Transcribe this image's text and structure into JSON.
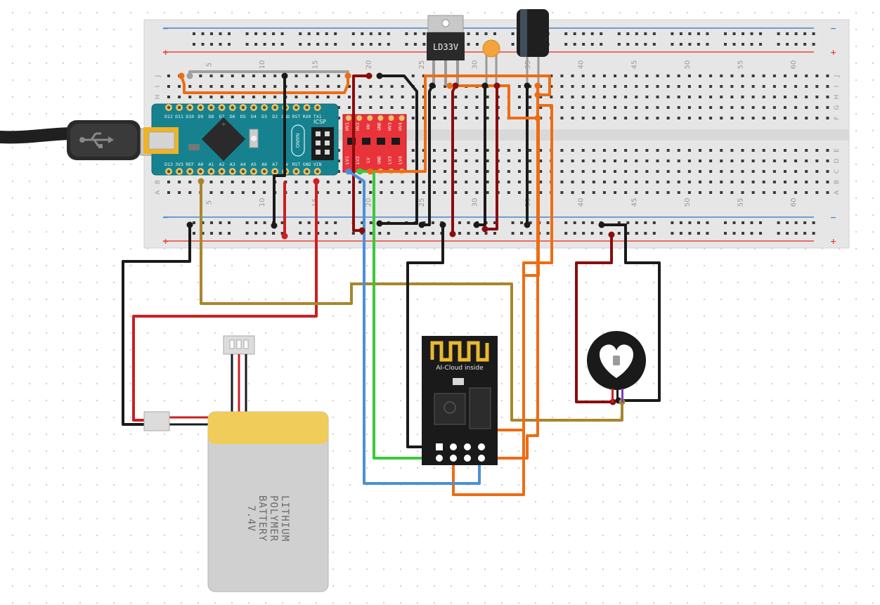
{
  "breadboard": {
    "column_numbers": [
      "5",
      "10",
      "15",
      "20",
      "25",
      "30",
      "35",
      "40",
      "45",
      "50",
      "55",
      "60"
    ],
    "row_letters_top": [
      "J",
      "I",
      "H",
      "G",
      "F"
    ],
    "row_letters_bottom": [
      "E",
      "D",
      "C",
      "B",
      "A"
    ],
    "rail_minus": "−",
    "rail_plus": "+"
  },
  "nano": {
    "top_pin_labels": [
      "D12",
      "D11",
      "D10",
      "D9",
      "D8",
      "D7",
      "D6",
      "D5",
      "D4",
      "D3",
      "D2",
      "GND",
      "RST",
      "RX0",
      "TX1"
    ],
    "bottom_pin_labels": [
      "D13",
      "3V3",
      "REF",
      "A0",
      "A1",
      "A2",
      "A3",
      "A4",
      "A5",
      "A6",
      "A7",
      "5V",
      "RST",
      "GND",
      "VIN"
    ],
    "icsp_label": "ICSP",
    "logo_text": "NANO"
  },
  "regulator": {
    "label": "LD33V"
  },
  "level_shifter": {
    "top_labels": [
      "HV1",
      "HV2",
      "HV",
      "GND",
      "HV3",
      "HV4"
    ],
    "bottom_labels": [
      "LV1",
      "LV2",
      "LV",
      "GND",
      "LV3",
      "LV4"
    ]
  },
  "esp01": {
    "label": "AI-Cloud inside"
  },
  "battery": {
    "lines": [
      "LITHIUM",
      "POLYMER",
      "BATTERY",
      "7.4V"
    ]
  },
  "colors": {
    "breadboard": "#e6e6e6",
    "rail_red": "#e8453c",
    "rail_blue": "#4a86c8",
    "wire_black": "#1a1a1a",
    "wire_red": "#cc1f1f",
    "wire_darkred": "#8b0c0c",
    "wire_orange": "#ee6c13",
    "wire_gold": "#a8862c",
    "wire_gray": "#a0a0a0",
    "wire_blue": "#4a90d9",
    "wire_green": "#3ac93a",
    "nano_pcb": "#16828f",
    "level_shifter_pcb": "#e8333a",
    "esp_pcb": "#1a1a1a"
  }
}
